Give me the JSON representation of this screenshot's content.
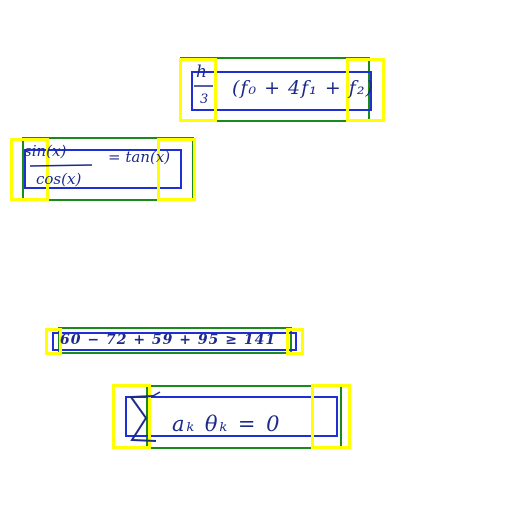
{
  "colors": {
    "background": "#ffffff",
    "ink": "#1c2a8a",
    "green_box": "#1a8a1a",
    "blue_box": "#1f2fd6",
    "yellow_box": "#ffff00"
  },
  "expressions": [
    {
      "id": "simpson",
      "latex": "\\frac{h}{3}(f_0 + 4f_1 + f_2)",
      "text": "(f₀ + 4f₁ + f₂)"
    },
    {
      "id": "trig",
      "latex": "\\frac{\\sin(x)}{\\cos(x)} = \\tan(x)",
      "numerator": "sin(x)",
      "denominator": "cos(x)",
      "rhs": "= tan(x)"
    },
    {
      "id": "inequality",
      "text": "60 − 72 + 59 + 95 ≥ 141"
    },
    {
      "id": "sum",
      "text": "a_k θ_k = 0",
      "lhs": "aₖ θₖ = 0"
    }
  ],
  "fraction_h3": {
    "num": "h",
    "den": "3"
  }
}
